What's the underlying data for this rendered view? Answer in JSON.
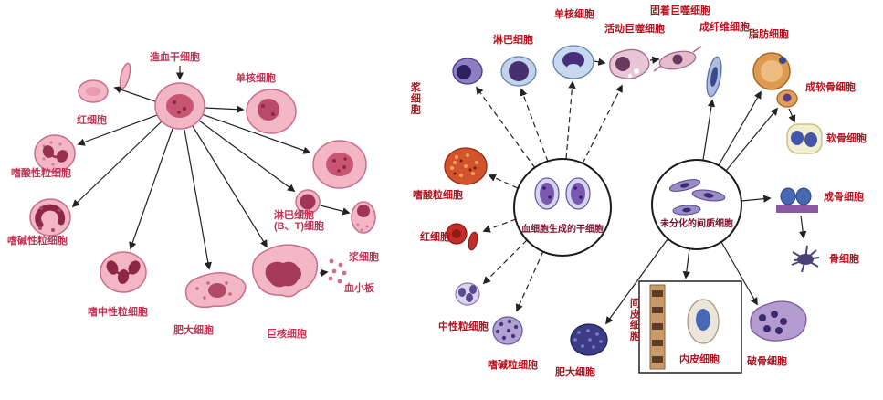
{
  "left_diagram": {
    "labels": {
      "stem_cell": "造血干细胞",
      "red_cell": "红细胞",
      "monocyte": "单核细胞",
      "eosinophil": "嗜酸性粒细胞",
      "basophil": "嗜碱性粒细胞",
      "lymphocyte_line1": "淋巴细胞",
      "lymphocyte_line2": "(B、T)细胞",
      "plasma_cell": "浆细胞",
      "neutrophil": "嗜中性粒细胞",
      "mast_cell": "肥大细胞",
      "megakaryocyte": "巨核细胞",
      "platelet": "血小板"
    }
  },
  "right_diagram": {
    "hub_blood": "血细胞生成的干细胞",
    "hub_mesenchyme": "未分化的间质细胞",
    "labels": {
      "plasma_cell": "浆细胞",
      "lymphocyte": "淋巴细胞",
      "monocyte": "单核细胞",
      "active_macrophage": "活动巨噬细胞",
      "fixed_macrophage": "固着巨噬细胞",
      "fibroblast": "成纤维细胞",
      "fat_cell": "脂肪细胞",
      "chondroblast": "成软骨细胞",
      "chondrocyte": "软骨细胞",
      "osteoblast": "成骨细胞",
      "osteocyte": "骨细胞",
      "eosinophil": "嗜酸粒细胞",
      "red_cell": "红细胞",
      "neutrophil": "中性粒细胞",
      "basophil": "嗜碱粒细胞",
      "mast_cell": "肥大细胞",
      "mesothelial": "间皮细胞",
      "endothelial": "内皮细胞",
      "osteoclast": "破骨细胞"
    }
  },
  "colors": {
    "background": "#ffffff",
    "left_label_red": "#c03355",
    "right_label_red": "#b5121f",
    "hub_label_maroon": "#7c1230",
    "pink_cell": "#f2b6c4",
    "pink_stroke": "#c96f8d",
    "pink_nucleus": "#b03e60",
    "arrow_black": "#222222"
  }
}
